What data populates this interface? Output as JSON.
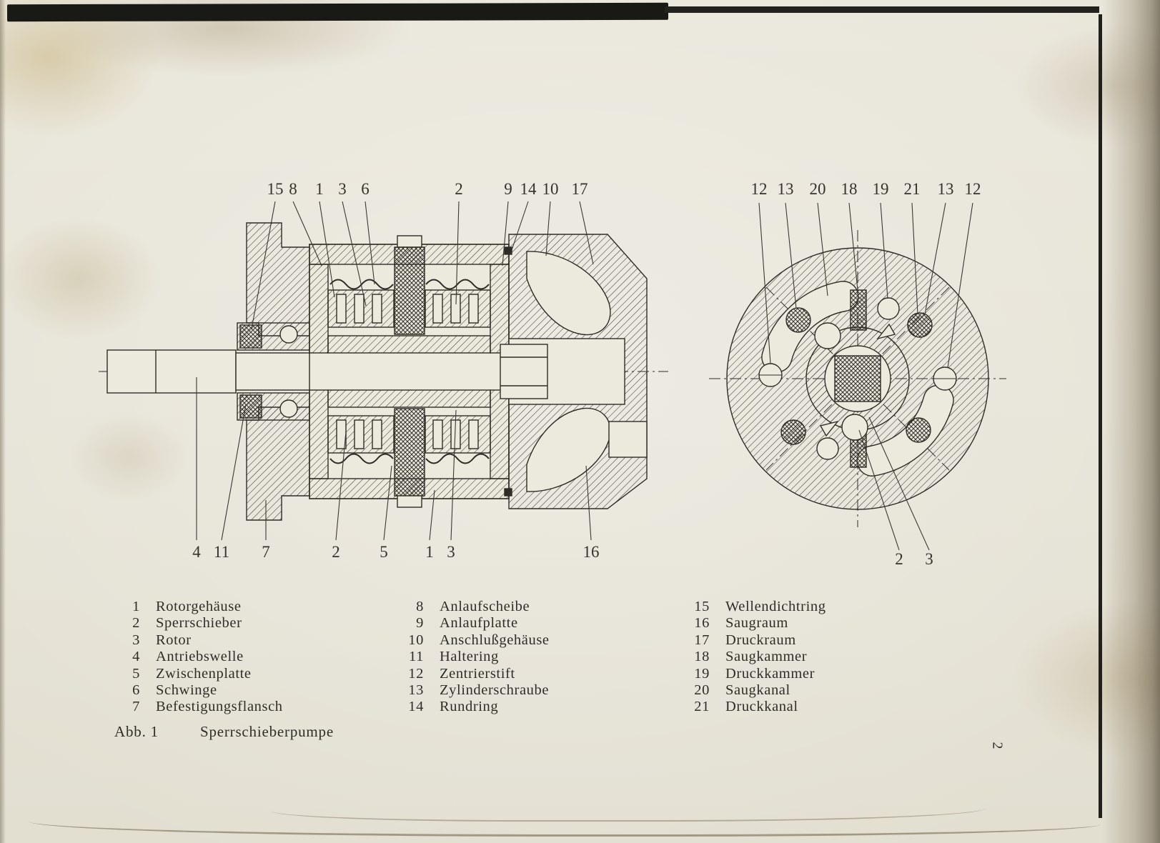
{
  "figure": {
    "caption_label": "Abb.  1",
    "caption_title": "Sperrschieberpumpe",
    "page_number": "2"
  },
  "callouts": {
    "left_top": [
      "15",
      "8",
      "1",
      "3",
      "6",
      "2",
      "9",
      "14",
      "10",
      "17"
    ],
    "left_bottom": [
      "4",
      "11",
      "7",
      "2",
      "5",
      "1",
      "3",
      "16"
    ],
    "right_top": [
      "12",
      "13",
      "20",
      "18",
      "19",
      "21",
      "13",
      "12"
    ],
    "right_bottom": [
      "2",
      "3"
    ]
  },
  "legend": {
    "columns": [
      {
        "items": [
          {
            "num": "1",
            "label": "Rotorgehäuse"
          },
          {
            "num": "2",
            "label": "Sperrschieber"
          },
          {
            "num": "3",
            "label": "Rotor"
          },
          {
            "num": "4",
            "label": "Antriebswelle"
          },
          {
            "num": "5",
            "label": "Zwischenplatte"
          },
          {
            "num": "6",
            "label": "Schwinge"
          },
          {
            "num": "7",
            "label": "Befestigungsflansch"
          }
        ]
      },
      {
        "items": [
          {
            "num": "8",
            "label": "Anlaufscheibe"
          },
          {
            "num": "9",
            "label": "Anlaufplatte"
          },
          {
            "num": "10",
            "label": "Anschlußgehäuse"
          },
          {
            "num": "11",
            "label": "Haltering"
          },
          {
            "num": "12",
            "label": "Zentrierstift"
          },
          {
            "num": "13",
            "label": "Zylinderschraube"
          },
          {
            "num": "14",
            "label": "Rundring"
          }
        ]
      },
      {
        "items": [
          {
            "num": "15",
            "label": "Wellendichtring"
          },
          {
            "num": "16",
            "label": "Saugraum"
          },
          {
            "num": "17",
            "label": "Druckraum"
          },
          {
            "num": "18",
            "label": "Saugkammer"
          },
          {
            "num": "19",
            "label": "Druckkammer"
          },
          {
            "num": "20",
            "label": "Saugkanal"
          },
          {
            "num": "21",
            "label": "Druckkanal"
          }
        ]
      }
    ]
  }
}
